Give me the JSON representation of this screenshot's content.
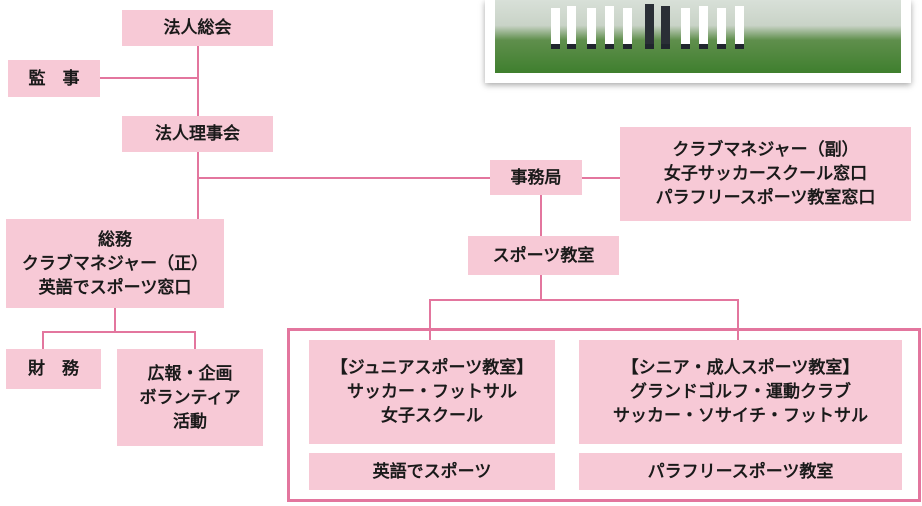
{
  "org_chart": {
    "general_assembly": "法人総会",
    "auditor": "監　事",
    "board": "法人理事会",
    "secretariat": "事務局",
    "sub_manager": [
      "クラブマネジャー（副）",
      "女子サッカースクール窓口",
      "パラフリースポーツ教室窓口"
    ],
    "general_affairs": [
      "総務",
      "クラブマネジャー（正）",
      "英語でスポーツ窓口"
    ],
    "sports_class": "スポーツ教室",
    "finance": "財　務",
    "pr": [
      "広報・企画",
      "ボランティア",
      "活動"
    ],
    "junior": [
      "【ジュニアスポーツ教室】",
      "サッカー・フットサル",
      "女子スクール"
    ],
    "senior": [
      "【シニア・成人スポーツ教室】",
      "グランドゴルフ・運動クラブ",
      "サッカー・ソサイチ・フットサル"
    ],
    "english_sports": "英語でスポーツ",
    "parafree": "パラフリースポーツ教室"
  },
  "colors": {
    "box": "#f7c9d6",
    "line": "#e3769e"
  },
  "photo_icon": "team-photo"
}
